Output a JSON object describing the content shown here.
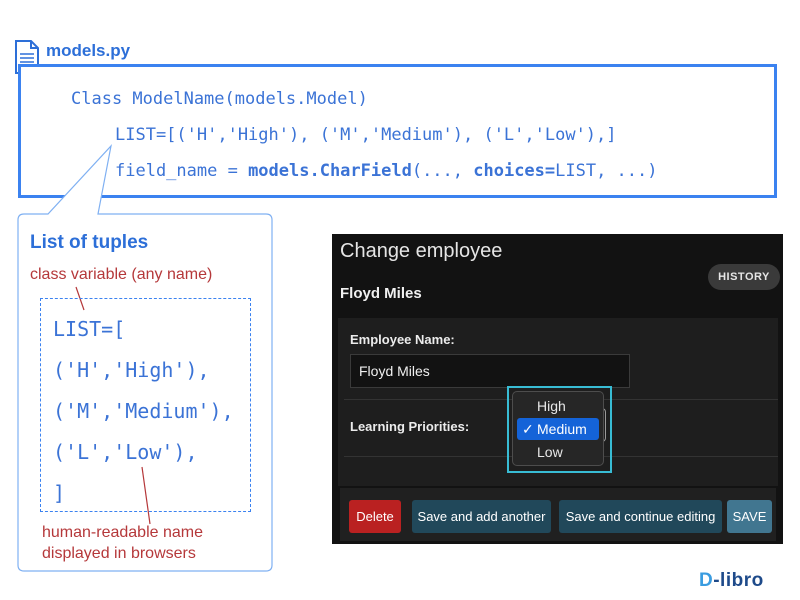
{
  "file": {
    "name": "models.py",
    "icon": "file-document-icon"
  },
  "code": {
    "line1": "Class ModelName(models.Model)",
    "line2": "LIST=[('H','High'), ('M','Medium'), ('L','Low'),]",
    "line3_prefix": "field_name = ",
    "line3_bold1": "models.CharField",
    "line3_mid": "(..., ",
    "line3_bold2": "choices=",
    "line3_suffix": "LIST, ...)"
  },
  "callout": {
    "title": "List of tuples",
    "class_var_note": "class variable (any name)",
    "list_lines": [
      "LIST=[",
      "('H','High'),",
      "('M','Medium'),",
      "('L','Low'),",
      "]"
    ],
    "human_note_1": "human-readable name",
    "human_note_2": "displayed in browsers"
  },
  "admin": {
    "title": "Change employee",
    "history_label": "HISTORY",
    "record_name": "Floyd Miles",
    "employee_name_label": "Employee Name:",
    "employee_name_value": "Floyd Miles",
    "learning_label": "Learning Priorities:",
    "options": [
      "High",
      "Medium",
      "Low"
    ],
    "selected_option": "Medium",
    "check_mark": "✓",
    "buttons": {
      "delete": "Delete",
      "save_add": "Save and add another",
      "save_continue": "Save and continue editing",
      "save": "SAVE"
    }
  },
  "colors": {
    "accent_blue": "#3b82f0",
    "note_red": "#b5383a",
    "highlight_cyan": "#38bcd4",
    "delete_red": "#ba2121"
  },
  "logo": {
    "mark": "D",
    "text": "-libro"
  }
}
